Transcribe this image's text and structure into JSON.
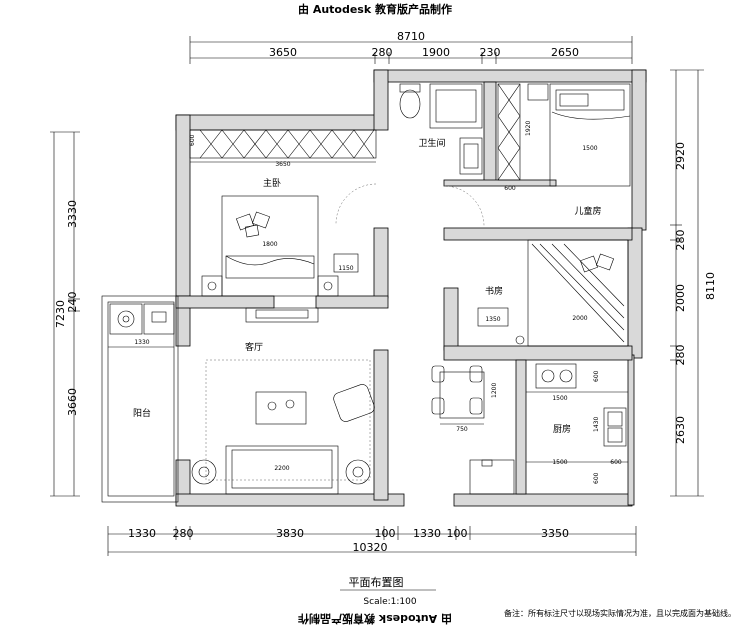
{
  "header": {
    "watermark_top": "由 Autodesk 教育版产品制作",
    "watermark_bottom": "由 Autodesk 教育版产品制作"
  },
  "dims_top": {
    "total": "8710",
    "segments": [
      "3650",
      "280",
      "1900",
      "230",
      "2650"
    ]
  },
  "dims_bottom": {
    "total": "10320",
    "segments": [
      "1330",
      "280",
      "3830",
      "100",
      "1330",
      "100",
      "3350"
    ]
  },
  "dims_left": {
    "total": "7230",
    "segments": [
      "3330",
      "240",
      "3660"
    ]
  },
  "dims_right": {
    "total": "8110",
    "segments": [
      "2920",
      "280",
      "2000",
      "280",
      "2630"
    ]
  },
  "rooms": {
    "master_bedroom": "主卧",
    "bathroom": "卫生间",
    "kids_room": "儿童房",
    "study": "书房",
    "living_room": "客厅",
    "balcony": "阳台",
    "kitchen": "厨房"
  },
  "furniture_dims": {
    "wardrobe_depth": "600",
    "wardrobe_width": "3650",
    "master_bed": "1800",
    "tv_cabinet": "1150",
    "kids_bed": "1500",
    "bath_cabinet_h": "1920",
    "bath_cabinet_w": "600",
    "study_desk": "1350",
    "study_bed": "2000",
    "washer": "1330",
    "sofa": "2200",
    "dining_w": "750",
    "dining_h": "1200",
    "kitchen_top": "1500",
    "kitchen_depth1": "600",
    "kitchen_side": "1430",
    "kitchen_bottom": "1500",
    "kitchen_depth2": "600",
    "kitchen_depth3": "600"
  },
  "legend": {
    "title": "平面布置图",
    "scale": "Scale:1:100",
    "note": "备注：所有标注尺寸以现场实际情况为准，且以完成面为基础线。"
  }
}
